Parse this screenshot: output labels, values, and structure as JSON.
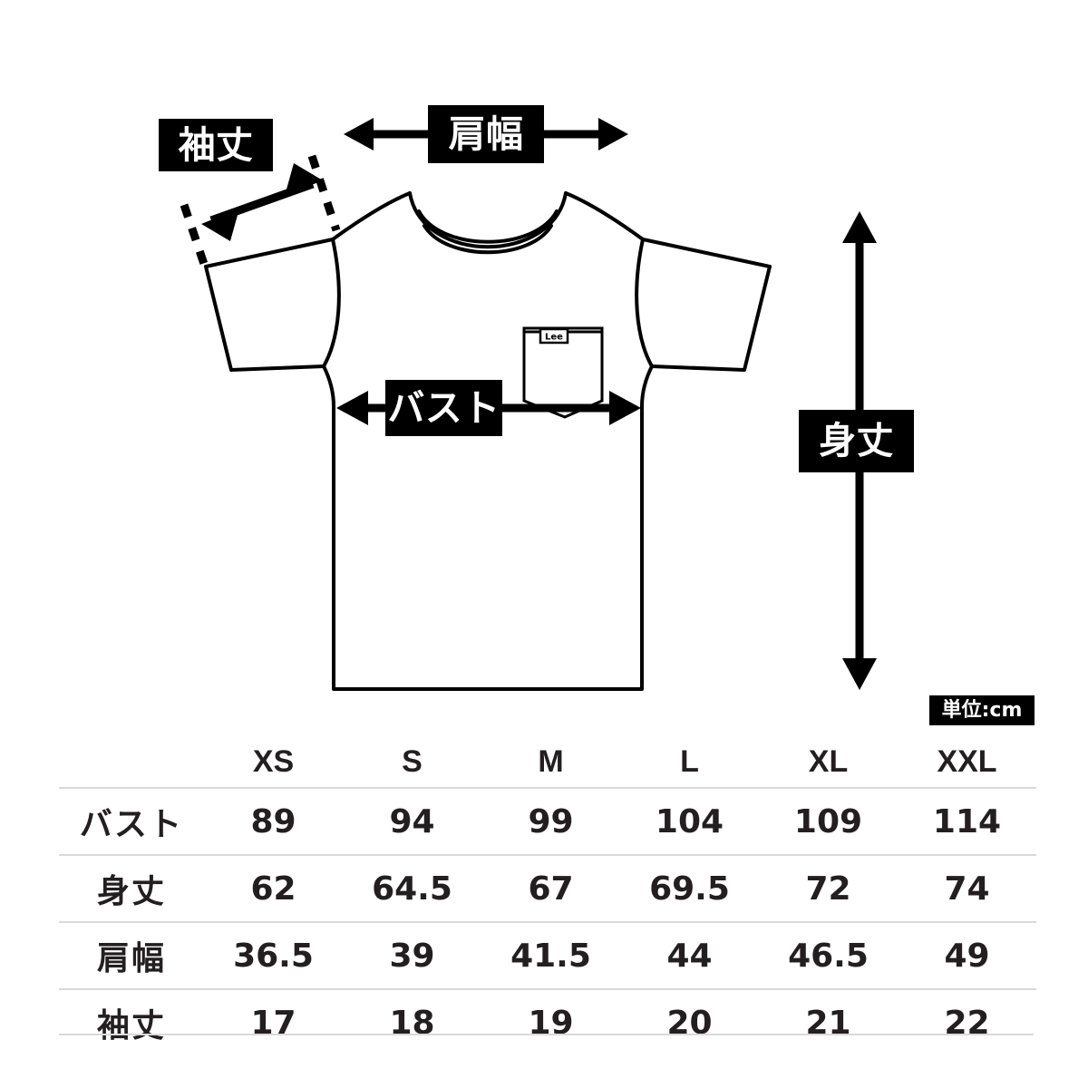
{
  "diagram": {
    "product": "pocket t-shirt technical drawing, front view",
    "pocket_tag_label": "Lee",
    "callouts": {
      "sleeve_length": "袖丈",
      "shoulder_width": "肩幅",
      "bust": "バスト",
      "body_length": "身丈"
    },
    "unit_badge": "単位:cm"
  },
  "colors": {
    "ink": "#231f20",
    "callout_background": "#000000",
    "callout_text": "#ffffff",
    "rule": "#d9d9d9",
    "page_background": "#ffffff"
  },
  "chart_data": {
    "type": "table",
    "title": "",
    "unit": "cm",
    "row_header": "",
    "categories": [
      "XS",
      "S",
      "M",
      "L",
      "XL",
      "XXL"
    ],
    "series": [
      {
        "name": "バスト",
        "values": [
          "89",
          "94",
          "99",
          "104",
          "109",
          "114"
        ]
      },
      {
        "name": "身丈",
        "values": [
          "62",
          "64.5",
          "67",
          "69.5",
          "72",
          "74"
        ]
      },
      {
        "name": "肩幅",
        "values": [
          "36.5",
          "39",
          "41.5",
          "44",
          "46.5",
          "49"
        ]
      },
      {
        "name": "袖丈",
        "values": [
          "17",
          "18",
          "19",
          "20",
          "21",
          "22"
        ]
      }
    ]
  }
}
